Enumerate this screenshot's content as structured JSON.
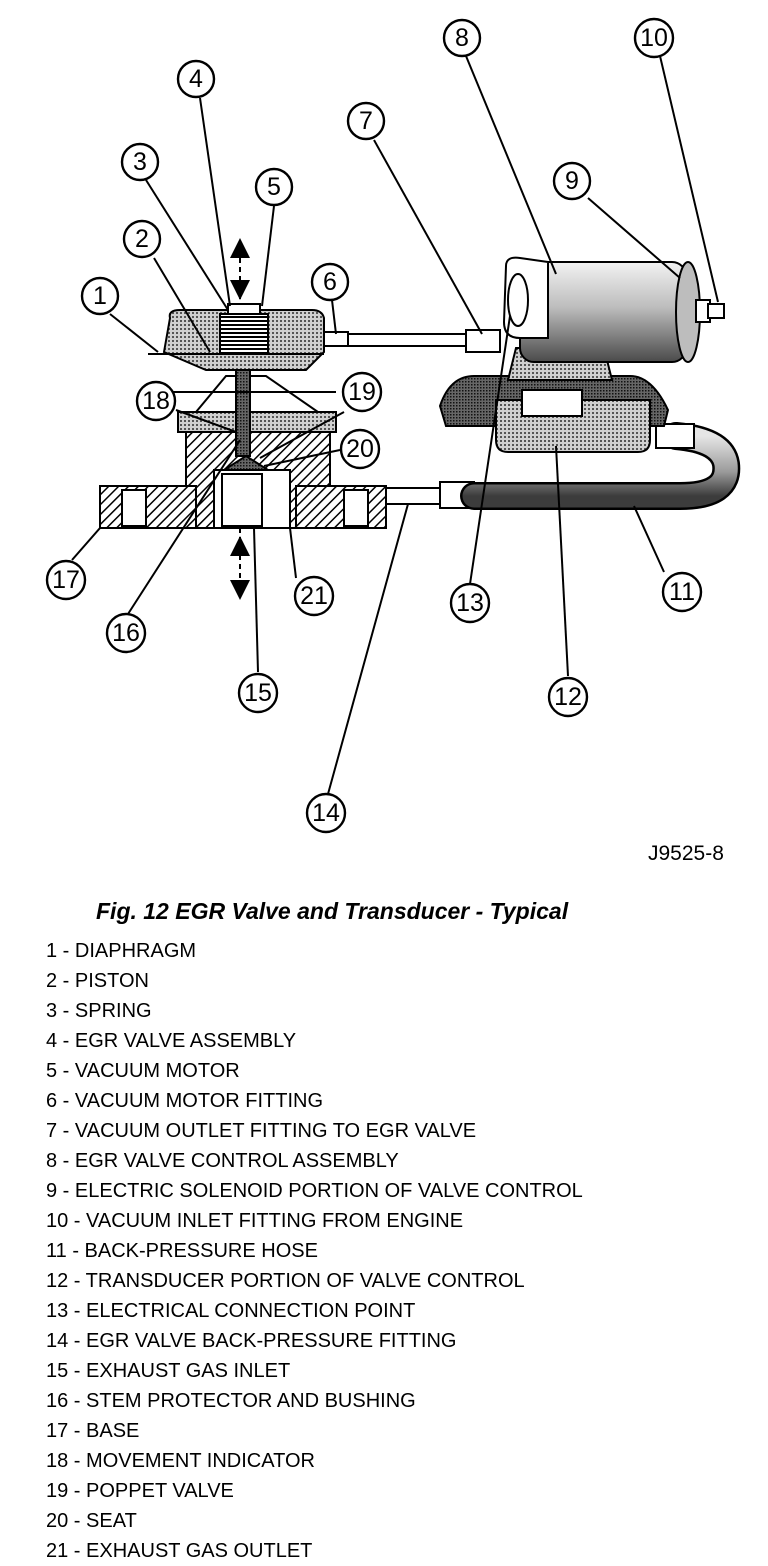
{
  "figure": {
    "drawing_code": "J9525-8",
    "caption": "Fig. 12 EGR Valve and Transducer - Typical"
  },
  "callouts": [
    {
      "n": "1"
    },
    {
      "n": "2"
    },
    {
      "n": "3"
    },
    {
      "n": "4"
    },
    {
      "n": "5"
    },
    {
      "n": "6"
    },
    {
      "n": "7"
    },
    {
      "n": "8"
    },
    {
      "n": "9"
    },
    {
      "n": "10"
    },
    {
      "n": "11"
    },
    {
      "n": "12"
    },
    {
      "n": "13"
    },
    {
      "n": "14"
    },
    {
      "n": "15"
    },
    {
      "n": "16"
    },
    {
      "n": "17"
    },
    {
      "n": "18"
    },
    {
      "n": "19"
    },
    {
      "n": "20"
    },
    {
      "n": "21"
    }
  ],
  "legend": [
    {
      "num": "1",
      "text": "DIAPHRAGM"
    },
    {
      "num": "2",
      "text": "PISTON"
    },
    {
      "num": "3",
      "text": "SPRING"
    },
    {
      "num": "4",
      "text": "EGR VALVE ASSEMBLY"
    },
    {
      "num": "5",
      "text": "VACUUM MOTOR"
    },
    {
      "num": "6",
      "text": "VACUUM MOTOR FITTING"
    },
    {
      "num": "7",
      "text": "VACUUM OUTLET FITTING TO EGR VALVE"
    },
    {
      "num": "8",
      "text": "EGR VALVE CONTROL ASSEMBLY"
    },
    {
      "num": "9",
      "text": "ELECTRIC SOLENOID PORTION OF VALVE CONTROL"
    },
    {
      "num": "10",
      "text": "VACUUM INLET FITTING FROM ENGINE"
    },
    {
      "num": "11",
      "text": "BACK-PRESSURE HOSE"
    },
    {
      "num": "12",
      "text": "TRANSDUCER PORTION OF VALVE CONTROL"
    },
    {
      "num": "13",
      "text": "ELECTRICAL CONNECTION POINT"
    },
    {
      "num": "14",
      "text": "EGR VALVE BACK-PRESSURE FITTING"
    },
    {
      "num": "15",
      "text": "EXHAUST GAS INLET"
    },
    {
      "num": "16",
      "text": "STEM PROTECTOR AND BUSHING"
    },
    {
      "num": "17",
      "text": "BASE"
    },
    {
      "num": "18",
      "text": "MOVEMENT INDICATOR"
    },
    {
      "num": "19",
      "text": "POPPET VALVE"
    },
    {
      "num": "20",
      "text": "SEAT"
    },
    {
      "num": "21",
      "text": "EXHAUST GAS OUTLET"
    }
  ]
}
